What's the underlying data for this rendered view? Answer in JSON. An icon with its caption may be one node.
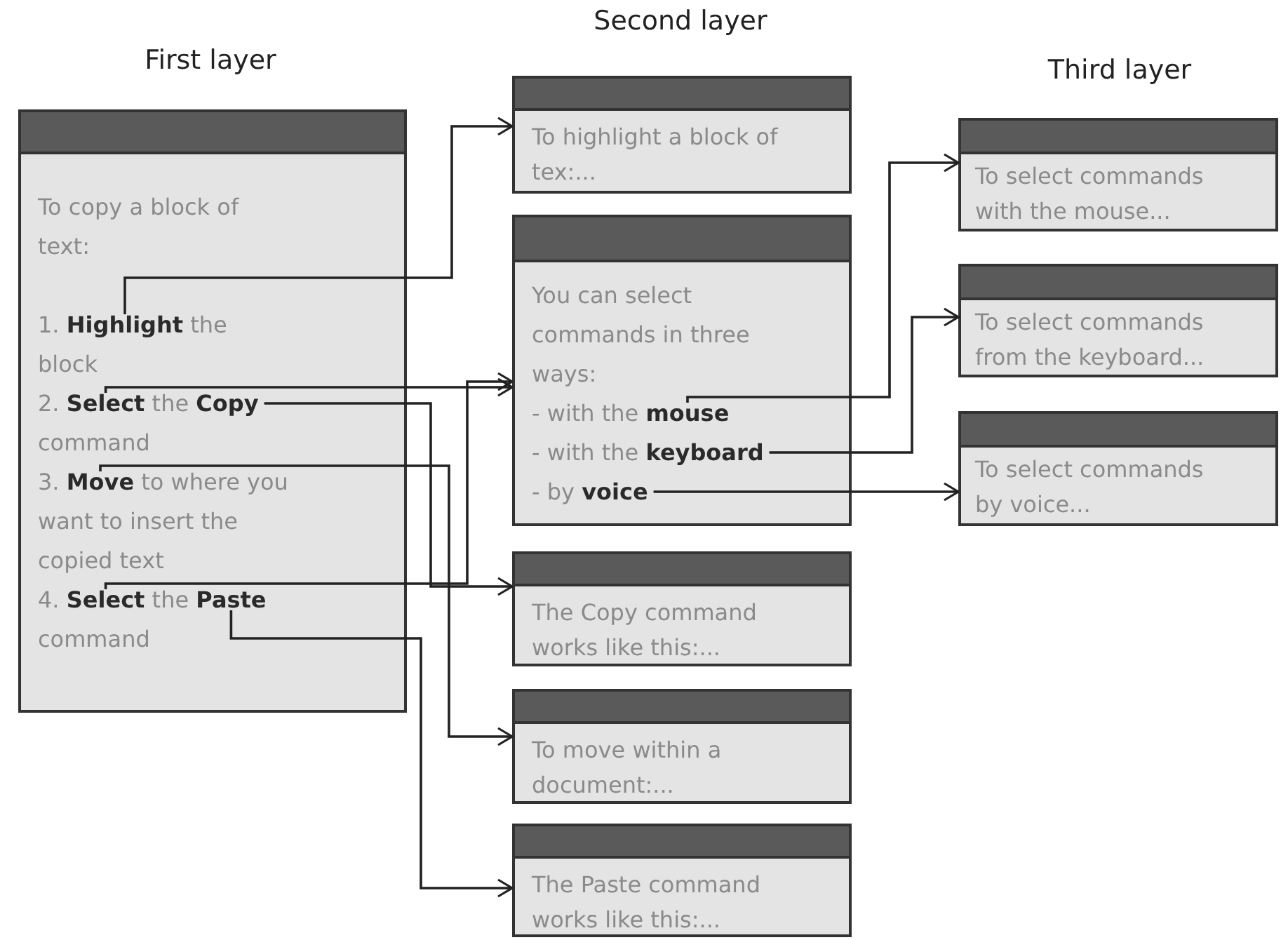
{
  "diagram": {
    "nodes": [
      {
        "text": [
          "To copy a block of text:"
        ]
      },
      {
        "text": [
          "1. **Highlight** the block"
        ],
        "in": 0
      },
      {
        "text": [
          "2. **Select** the **Copy** command"
        ],
        "in": 0
      },
      {
        "text": [
          "3. **Move** to where you want to insert the copied text"
        ],
        "in": 0
      },
      {
        "text": [
          "4. **Select** the **Paste** command"
        ],
        "in": 0
      },
      {
        "text": [
          "To highlight a block of tex:..."
        ]
      },
      {
        "text": [
          "You can select commands in three ways:"
        ]
      },
      {
        "text": [
          "- with the **mouse**"
        ],
        "in": 6
      },
      {
        "text": [
          "- with the **keyboard**"
        ],
        "in": 6
      },
      {
        "text": [
          "- by **voice**"
        ],
        "in": 6
      },
      {
        "text": [
          "The Copy command works like this:..."
        ]
      },
      {
        "text": [
          "To move within a document:..."
        ]
      },
      {
        "text": [
          "The Paste command works like this:..."
        ]
      },
      {
        "text": [
          "To select commands with the mouse..."
        ]
      },
      {
        "text": [
          "To select commands from the keyboard..."
        ]
      },
      {
        "text": [
          "To select commands by voice..."
        ]
      }
    ],
    "edges": [
      {
        "from": 1,
        "to": 5,
        "arrow": "to"
      },
      {
        "from": 2,
        "to": 6,
        "arrow": "to"
      },
      {
        "from": 2,
        "to": 10,
        "arrow": "to"
      },
      {
        "from": 3,
        "to": 11,
        "arrow": "to"
      },
      {
        "from": 4,
        "to": 6,
        "arrow": "to"
      },
      {
        "from": 4,
        "to": 12,
        "arrow": "to"
      },
      {
        "from": 7,
        "to": 13,
        "arrow": "to"
      },
      {
        "from": 8,
        "to": 14,
        "arrow": "to"
      },
      {
        "from": 9,
        "to": 15,
        "arrow": "to"
      }
    ],
    "labels": [
      "First layer",
      "Second layer",
      "Third layer"
    ]
  }
}
